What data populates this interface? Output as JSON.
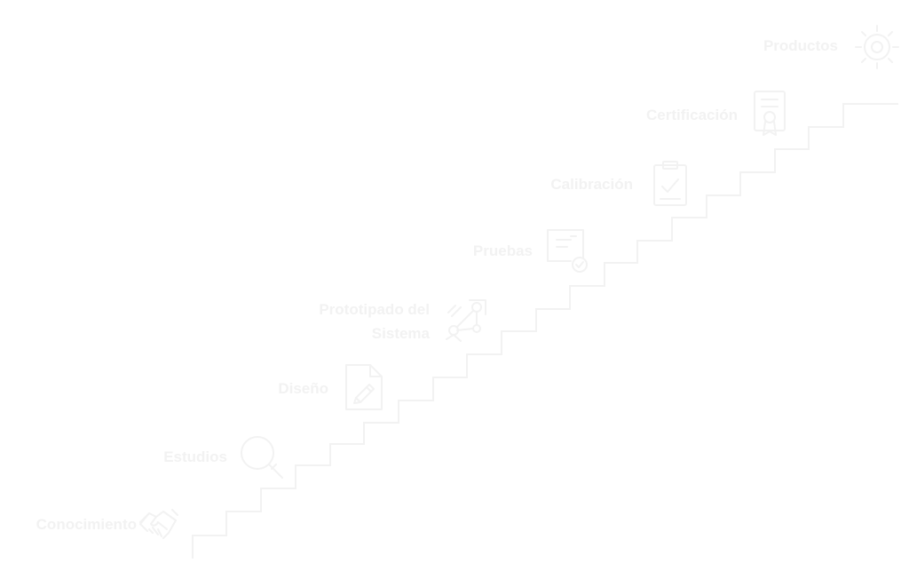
{
  "steps": [
    {
      "label": "Conocimiento",
      "icon": "handshake-icon"
    },
    {
      "label": "Estudios",
      "icon": "magnifier-icon"
    },
    {
      "label": "Diseño",
      "icon": "design-document-icon"
    },
    {
      "label": "Prototipado del Sistema",
      "icon": "prototype-network-icon"
    },
    {
      "label": "Pruebas",
      "icon": "test-document-icon"
    },
    {
      "label": "Calibración",
      "icon": "calibration-clipboard-icon"
    },
    {
      "label": "Certificación",
      "icon": "certificate-icon"
    },
    {
      "label": "Productos",
      "icon": "gear-sun-icon"
    }
  ],
  "colors": {
    "background": "#ffffff",
    "line": "#f2f2f2",
    "text": "#f2f2f2"
  }
}
